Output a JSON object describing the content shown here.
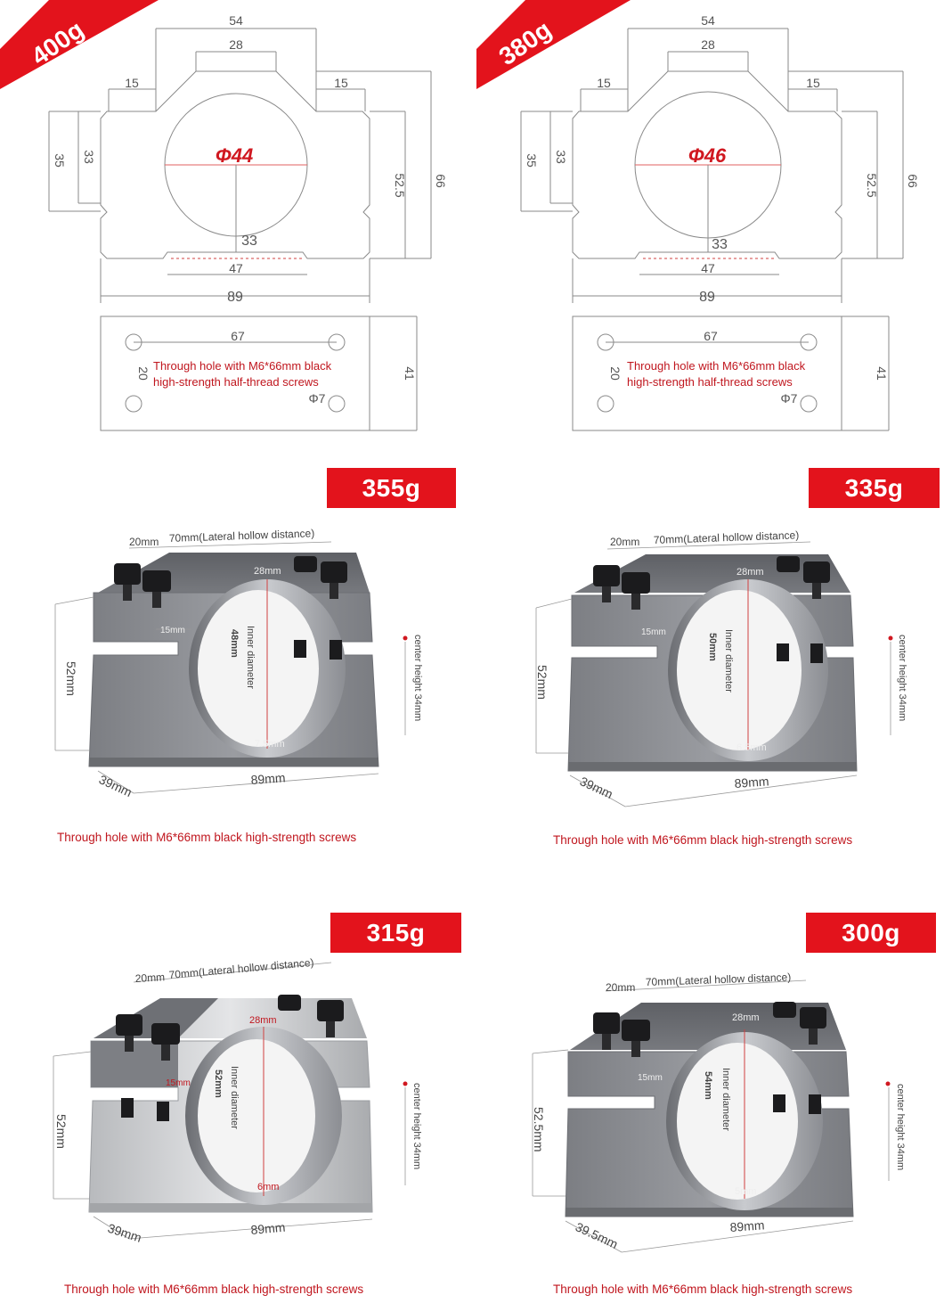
{
  "colors": {
    "accent_red": "#e3131c",
    "text_red": "#c0161e",
    "line_gray": "#8a8a8a",
    "metal_gray": "#85878c"
  },
  "drawings": [
    {
      "badge": "400g",
      "width": "54",
      "top": "28",
      "lside": "15",
      "rside": "15",
      "h_outer": "35",
      "h_inner": "33",
      "h_right": "52.5",
      "h_total": "66",
      "bore": "Φ44",
      "center": "33",
      "slot": "47",
      "base": "89",
      "hole_span": "67",
      "hole_pitch": "20",
      "hole_note_1": "Through hole with M6*66mm black",
      "hole_note_2": "high-strength half-thread screws",
      "hole_dia": "Φ7",
      "plate_height": "41"
    },
    {
      "badge": "380g",
      "width": "54",
      "top": "28",
      "lside": "15",
      "rside": "15",
      "h_outer": "35",
      "h_inner": "33",
      "h_right": "52.5",
      "h_total": "66",
      "bore": "Φ46",
      "center": "33",
      "slot": "47",
      "base": "89",
      "hole_span": "67",
      "hole_pitch": "20",
      "hole_note_1": "Through hole with M6*66mm black",
      "hole_note_2": "high-strength half-thread screws",
      "hole_dia": "Φ7",
      "plate_height": "41"
    }
  ],
  "photos": [
    {
      "badge": "355g",
      "w20": "20mm",
      "lateral": "70mm(Lateral hollow distance)",
      "top": "28mm",
      "side": "15mm",
      "inner_a": "Inner diameter",
      "inner_b": "48mm",
      "gap": "7.5mm",
      "height": "52mm",
      "center": "center height 34mm",
      "depth": "39mm",
      "length": "89mm",
      "caption": "Through hole with M6*66mm black high-strength screws"
    },
    {
      "badge": "335g",
      "w20": "20mm",
      "lateral": "70mm(Lateral hollow distance)",
      "top": "28mm",
      "side": "15mm",
      "inner_a": "Inner diameter",
      "inner_b": "50mm",
      "gap": "6.5mm",
      "height": "52mm",
      "center": "center height 34mm",
      "depth": "39mm",
      "length": "89mm",
      "caption": "Through hole with M6*66mm black high-strength screws"
    },
    {
      "badge": "315g",
      "w20": "20mm",
      "lateral": "70mm(Lateral hollow distance)",
      "top": "28mm",
      "side": "15mm",
      "inner_a": "Inner diameter",
      "inner_b": "52mm",
      "gap": "6mm",
      "height": "52mm",
      "center": "center height 34mm",
      "depth": "39mm",
      "length": "89mm",
      "caption": "Through hole with M6*66mm black high-strength screws"
    },
    {
      "badge": "300g",
      "w20": "20mm",
      "lateral": "70mm(Lateral hollow distance)",
      "top": "28mm",
      "side": "15mm",
      "inner_a": "Inner diameter",
      "inner_b": "54mm",
      "gap": "5mm",
      "height": "52.5mm",
      "center": "center height 34mm",
      "depth": "39.5mm",
      "length": "89mm",
      "caption": "Through hole with M6*66mm black high-strength screws"
    }
  ]
}
